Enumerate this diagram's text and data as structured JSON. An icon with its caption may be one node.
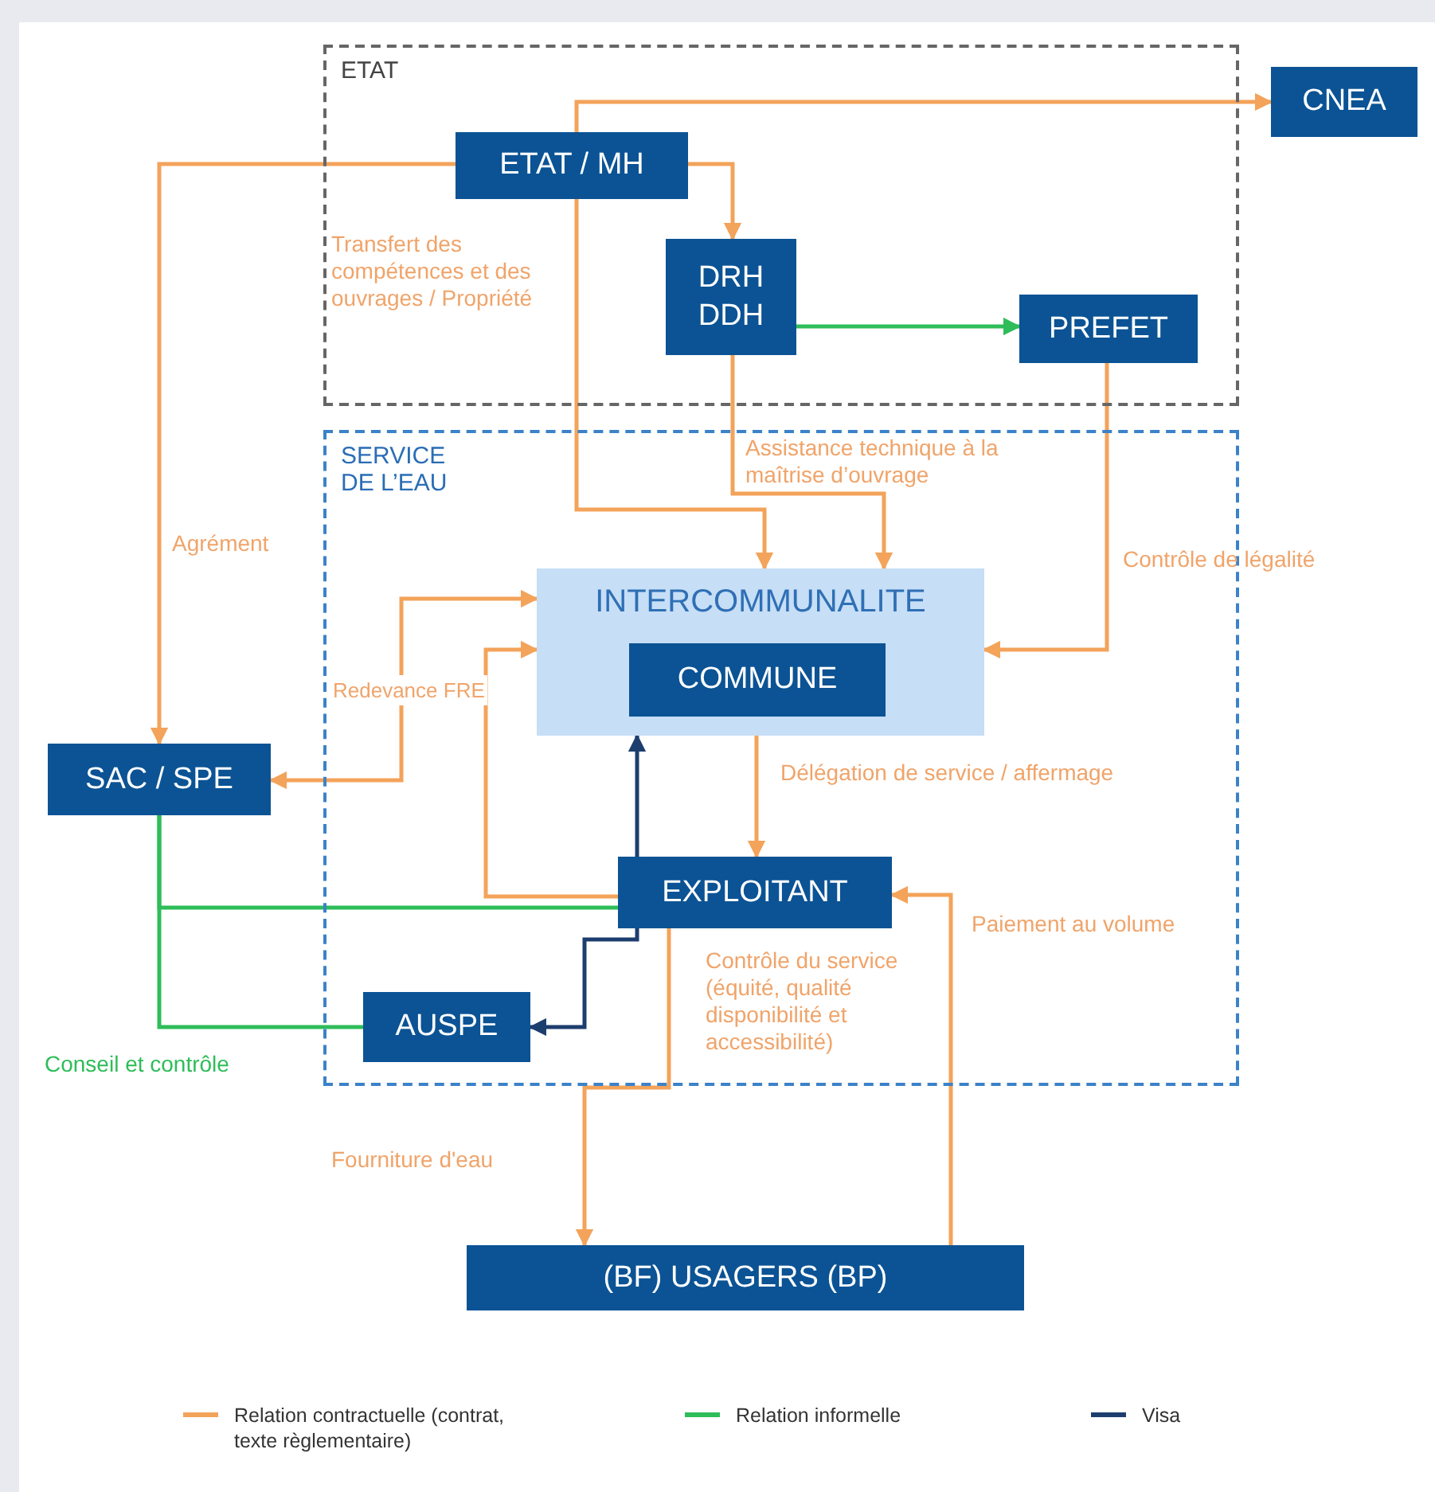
{
  "diagram": {
    "nodes": [
      {
        "text": [
          "ETAT"
        ]
      },
      {
        "text": [
          "ETAT / MH"
        ],
        "in": 0
      },
      {
        "text": [
          "DRH DDH"
        ],
        "in": 0
      },
      {
        "text": [
          "PREFET"
        ],
        "in": 0
      },
      {
        "text": [
          "CNEA"
        ]
      },
      {
        "text": [
          "SERVICE DE L’EAU"
        ]
      },
      {
        "text": [
          "INTERCOMMUNALITE"
        ],
        "in": 5
      },
      {
        "text": [
          "COMMUNE"
        ],
        "in": 6
      },
      {
        "text": [
          "SAC / SPE"
        ]
      },
      {
        "text": [
          "EXPLOITANT"
        ],
        "in": 5
      },
      {
        "text": [
          "AUSPE"
        ],
        "in": 5
      },
      {
        "text": [
          "(BF) USAGERS (BP)"
        ]
      }
    ],
    "edges": [
      {
        "from": 1,
        "to": 4,
        "arrow": "to"
      },
      {
        "from": 1,
        "to": 6,
        "arrow": "to",
        "label": "Transfert des compétences et des ouvrages / Propriété"
      },
      {
        "from": 1,
        "to": 2,
        "arrow": "to"
      },
      {
        "from": 1,
        "to": 8,
        "arrow": "to",
        "label": "Agrément"
      },
      {
        "from": 2,
        "to": 3,
        "arrow": "to",
        "color": "#2ebd59"
      },
      {
        "from": 2,
        "to": 6,
        "arrow": "to",
        "label": "Assistance technique à la maîtrise d’ouvrage"
      },
      {
        "from": 3,
        "to": 6,
        "arrow": "to",
        "label": "Contrôle de légalité"
      },
      {
        "from": 8,
        "to": 6,
        "arrow": "both",
        "label": "Redevance FRE"
      },
      {
        "from": 9,
        "to": 6,
        "arrow": "to"
      },
      {
        "from": 6,
        "to": 9,
        "arrow": "to",
        "label": "Délégation de service / affermage"
      },
      {
        "from": 9,
        "to": 6,
        "arrow": "to",
        "color": "#1c3e6e"
      },
      {
        "from": 9,
        "to": 10,
        "arrow": "to",
        "color": "#1c3e6e"
      },
      {
        "from": 8,
        "to": 9,
        "arrow": "none",
        "color": "#2ebd59"
      },
      {
        "from": 8,
        "to": 10,
        "arrow": "none",
        "color": "#2ebd59",
        "label": "Conseil et contrôle"
      },
      {
        "from": 9,
        "to": 11,
        "arrow": "to",
        "label": "Fourniture d'eau"
      },
      {
        "from": 11,
        "to": 9,
        "arrow": "to",
        "label": "Paiement au volume"
      }
    ],
    "labels": [
      "Contrôle du service (équité, qualité disponibilité et accessibilité)"
    ],
    "legend": [
      {
        "text": "Relation contractuelle (contrat, texte règlementaire)",
        "color": "#f3a35a"
      },
      {
        "text": "Relation informelle",
        "color": "#2ebd59"
      },
      {
        "text": "Visa",
        "color": "#1c3e6e"
      }
    ]
  }
}
